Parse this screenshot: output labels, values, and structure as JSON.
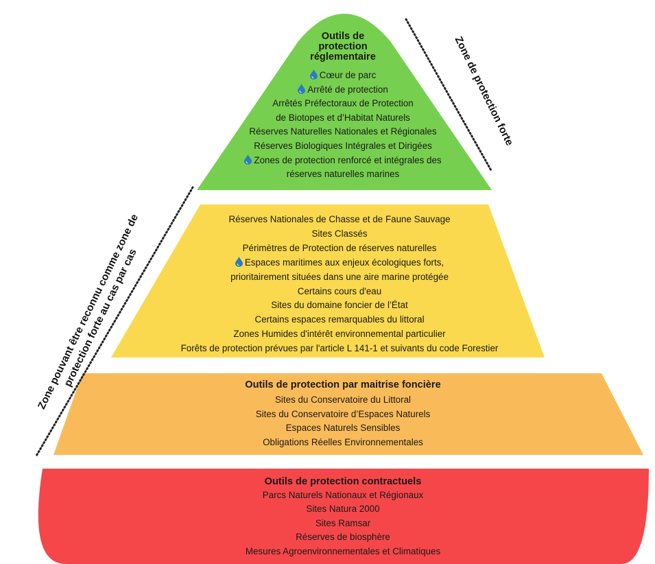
{
  "colors": {
    "top": "#77cf4f",
    "yellow": "#fad94f",
    "orange": "#f9bb5a",
    "red": "#f5474a",
    "drop": "#2c7bbf",
    "dots": "#222222"
  },
  "icon": "water-drop-icon",
  "tiers": {
    "top": {
      "title": [
        "Outils de",
        "protection",
        "réglementaire"
      ],
      "lines": [
        {
          "text": "Cœur de parc",
          "drop": true
        },
        {
          "text": "Arrêté de protection",
          "drop": true
        },
        {
          "text": "Arrêtés Préfectoraux de Protection",
          "drop": false
        },
        {
          "text": "de Biotopes et d’Habitat Naturels",
          "drop": false
        },
        {
          "text": "Réserves Naturelles Nationales et Régionales",
          "drop": false
        },
        {
          "text": "Réserves Biologiques Intégrales et Dirigées",
          "drop": false
        },
        {
          "text": "Zones de protection renforcé et intégrales des",
          "drop": true
        },
        {
          "text": "réserves naturelles marines",
          "drop": false
        }
      ]
    },
    "yellow": {
      "lines": [
        {
          "text": "Réserves Nationales de Chasse et de Faune Sauvage",
          "drop": false
        },
        {
          "text": "Sites Classés",
          "drop": false
        },
        {
          "text": "Périmètres de Protection de réserves naturelles",
          "drop": false
        },
        {
          "text": "Espaces maritimes aux enjeux écologiques forts,",
          "drop": true
        },
        {
          "text": "prioritairement situées dans une aire marine protégée",
          "drop": false
        },
        {
          "text": "Certains cours d'eau",
          "drop": false
        },
        {
          "text": "Sites du domaine foncier de l’État",
          "drop": false
        },
        {
          "text": "Certains espaces remarquables du littoral",
          "drop": false
        },
        {
          "text": "Zones Humides d'intérêt environnemental particulier",
          "drop": false
        },
        {
          "text": "Forêts de protection prévues par l'article L 141-1 et suivants du code Forestier",
          "drop": false
        }
      ]
    },
    "orange": {
      "title": "Outils de protection par maitrise foncière",
      "lines": [
        {
          "text": "Sites du Conservatoire du Littoral",
          "drop": false
        },
        {
          "text": "Sites du Conservatoire d’Espaces Naturels",
          "drop": false
        },
        {
          "text": "Espaces Naturels Sensibles",
          "drop": false
        },
        {
          "text": "Obligations Réelles Environnementales",
          "drop": false
        }
      ]
    },
    "red": {
      "title": "Outils de protection contractuels",
      "lines": [
        {
          "text": "Parcs Naturels Nationaux et Régionaux",
          "drop": false
        },
        {
          "text": "Sites Natura 2000",
          "drop": false
        },
        {
          "text": "Sites Ramsar",
          "drop": false
        },
        {
          "text": "Réserves de biosphère",
          "drop": false
        },
        {
          "text": "Mesures Agroenvironnementales et Climatiques",
          "drop": false
        }
      ]
    }
  },
  "side_labels": {
    "right": [
      "Zone de protection forte"
    ],
    "left": [
      "Zone pouvant être reconnu comme zone de",
      "protection forte au cas par cas"
    ]
  }
}
